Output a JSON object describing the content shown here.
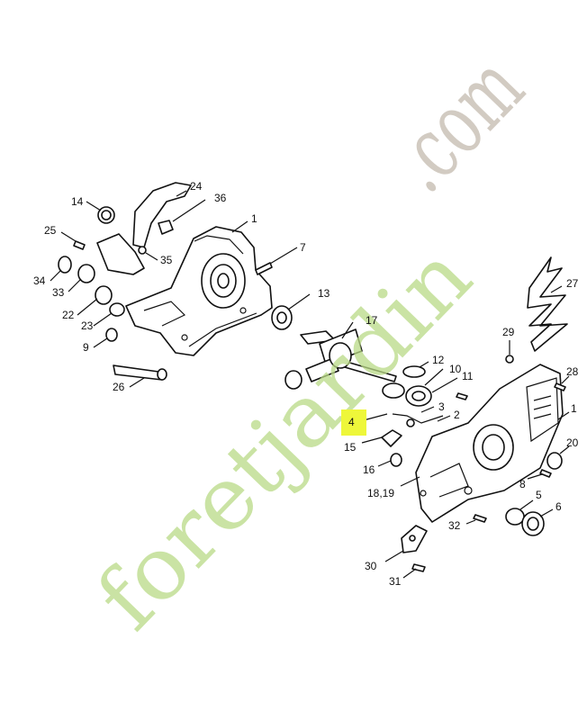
{
  "watermark": {
    "text_green": "foretjardin",
    "text_grey": ".com",
    "green": "#b9da86",
    "grey": "#c8bfb4"
  },
  "highlight_color": "#eef73a",
  "callouts": {
    "c14": "14",
    "c24": "24",
    "c36": "36",
    "c1a": "1",
    "c25": "25",
    "c35": "35",
    "c34": "34",
    "c33": "33",
    "c22": "22",
    "c23": "23",
    "c9": "9",
    "c26": "26",
    "c7": "7",
    "c13": "13",
    "c17": "17",
    "c12": "12",
    "c10": "10",
    "c11": "11",
    "c3": "3",
    "c2": "2",
    "c4": "4",
    "c15": "15",
    "c16": "16",
    "c1819": "18,19",
    "c27": "27",
    "c29": "29",
    "c28": "28",
    "c1b": "1",
    "c20": "20",
    "c8": "8",
    "c5": "5",
    "c6": "6",
    "c32": "32",
    "c30": "30",
    "c31": "31"
  }
}
